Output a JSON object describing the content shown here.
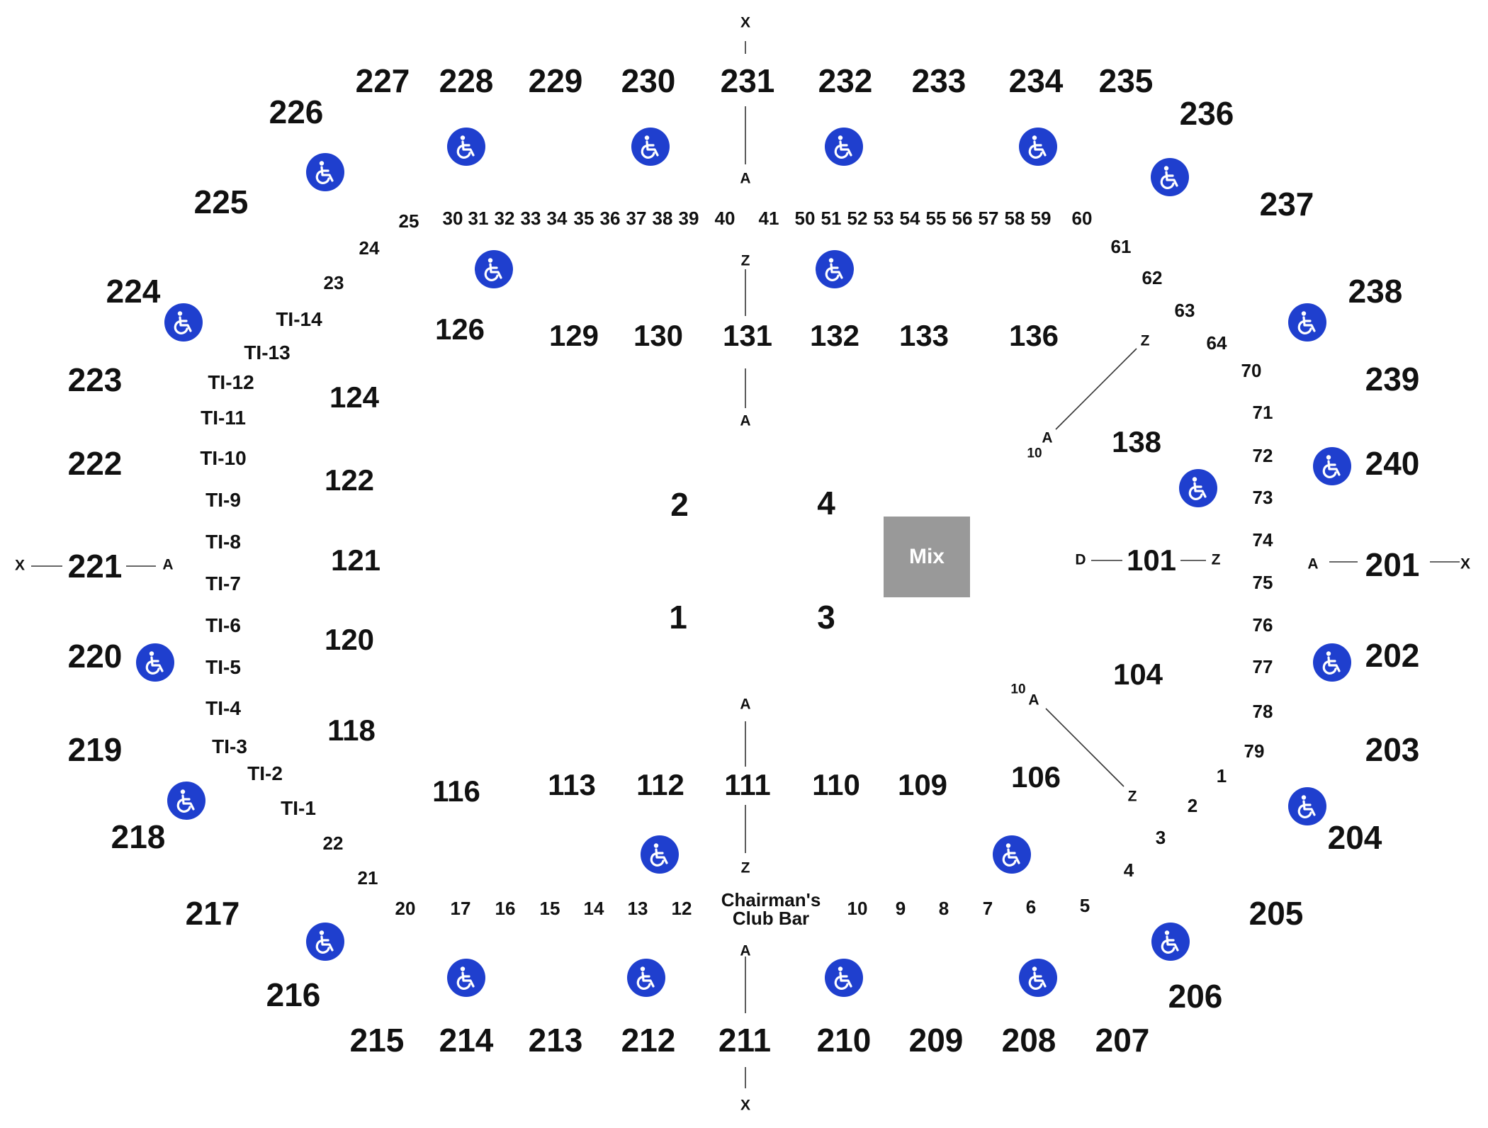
{
  "upper_sections": [
    "201",
    "202",
    "203",
    "204",
    "205",
    "206",
    "207",
    "208",
    "209",
    "210",
    "211",
    "212",
    "213",
    "214",
    "215",
    "216",
    "217",
    "218",
    "219",
    "220",
    "221",
    "222",
    "223",
    "224",
    "225",
    "226",
    "227",
    "228",
    "229",
    "230",
    "231",
    "232",
    "233",
    "234",
    "235",
    "236",
    "237",
    "238",
    "239",
    "240"
  ],
  "lower_sections": [
    "101",
    "104",
    "106",
    "109",
    "110",
    "111",
    "112",
    "113",
    "116",
    "118",
    "120",
    "121",
    "122",
    "124",
    "126",
    "129",
    "130",
    "131",
    "132",
    "133",
    "136",
    "138"
  ],
  "rows_top": [
    "25",
    "30",
    "31",
    "32",
    "33",
    "34",
    "35",
    "36",
    "37",
    "38",
    "39",
    "40",
    "41",
    "50",
    "51",
    "52",
    "53",
    "54",
    "55",
    "56",
    "57",
    "58",
    "59",
    "60"
  ],
  "rows_right_upper": [
    "24",
    "23",
    "61",
    "62",
    "63",
    "64",
    "70",
    "71",
    "72",
    "73",
    "74",
    "75",
    "76",
    "77",
    "78",
    "79"
  ],
  "rows_bottom": [
    "1",
    "2",
    "3",
    "4",
    "5",
    "6",
    "7",
    "8",
    "9",
    "10",
    "12",
    "13",
    "14",
    "15",
    "16",
    "17",
    "20",
    "21",
    "22"
  ],
  "table_sections": [
    "TI-14",
    "TI-13",
    "TI-12",
    "TI-11",
    "TI-10",
    "TI-9",
    "TI-8",
    "TI-7",
    "TI-6",
    "TI-5",
    "TI-4",
    "TI-3",
    "TI-2",
    "TI-1"
  ],
  "floor_sections": [
    "1",
    "2",
    "3",
    "4"
  ],
  "mix": "Mix",
  "club_bar": [
    "Chairman's",
    "Club Bar"
  ],
  "axis_markers": {
    "x": "X",
    "a": "A",
    "z": "Z",
    "d": "D",
    "ten": "10"
  },
  "icons": {
    "accessible": "wheelchair-icon"
  },
  "colors": {
    "accessible_blue": "#1f3fce",
    "mix_box": "#999999",
    "text": "#111111"
  }
}
